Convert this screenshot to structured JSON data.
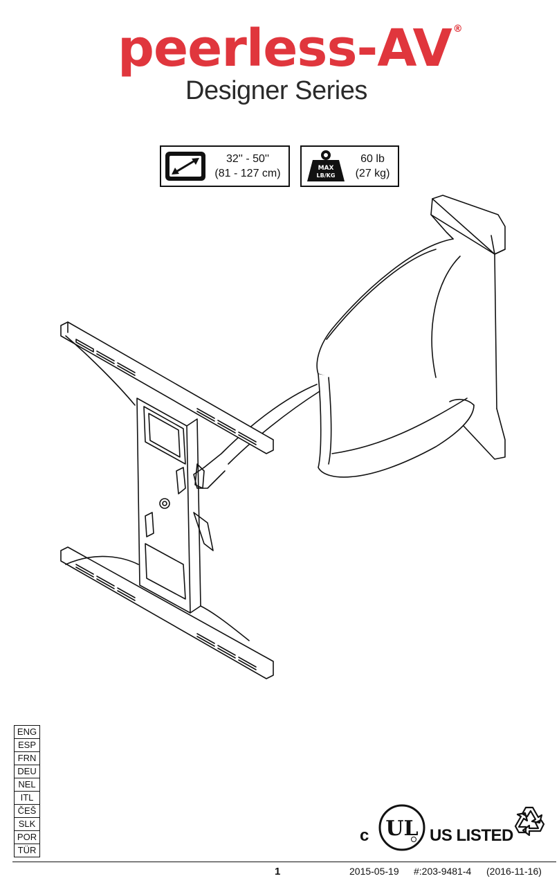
{
  "logo": {
    "brand": "peerless-AV",
    "registered": "®",
    "series": "Designer Series"
  },
  "specs": {
    "size_line1": "32'' - 50''",
    "size_line2": "(81 - 127 cm)",
    "weight_icon_line1": "MAX",
    "weight_icon_line2": "LB/KG",
    "weight_line1": "60 lb",
    "weight_line2": "(27 kg)"
  },
  "icons": {
    "size": "diagonal-arrow-icon",
    "weight": "max-weight-icon",
    "ul": "ul-listed-mark-icon",
    "recycle": "recycle-icon"
  },
  "languages": [
    "ENG",
    "ESP",
    "FRN",
    "DEU",
    "NEL",
    "ITL",
    "ČEŠ",
    "SLK",
    "POR",
    "TÜR"
  ],
  "certification": {
    "c": "c",
    "ul_letters": "UL",
    "us_listed": "US LISTED"
  },
  "footer": {
    "page": "1",
    "date": "2015-05-19",
    "code": "#:203-9481-4",
    "revision": "(2016-11-16)"
  },
  "colors": {
    "brand_red": "#e0363d",
    "series_gray": "#2a2a2a"
  }
}
